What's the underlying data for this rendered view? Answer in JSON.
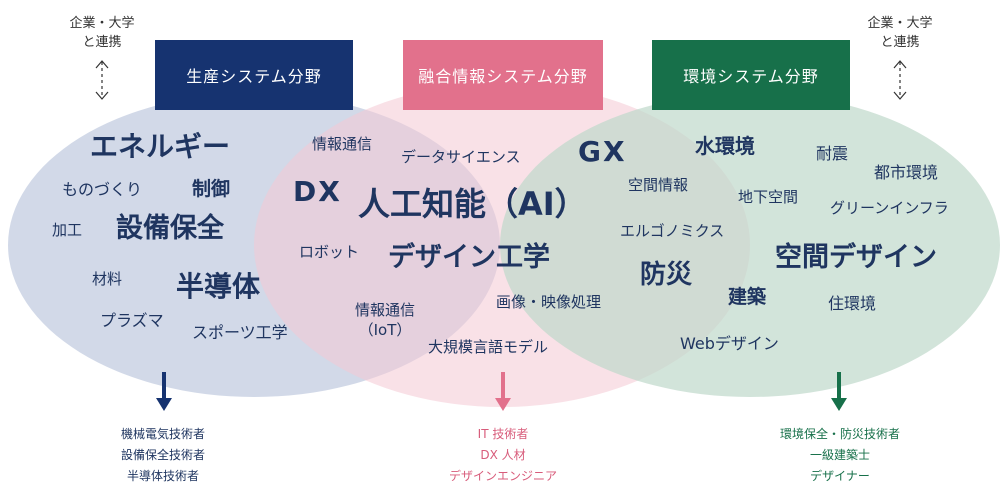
{
  "fields": {
    "production": {
      "title": "生産システム分野",
      "color": "#163370"
    },
    "info": {
      "title": "融合情報システム分野",
      "color": "#e2718c"
    },
    "environment": {
      "title": "環境システム分野",
      "color": "#17704a"
    }
  },
  "partnership": {
    "line1": "企業・大学",
    "line2": "と連携"
  },
  "keywords": {
    "energy": "エネルギー",
    "monozukuri": "ものづくり",
    "control": "制御",
    "kako": "加工",
    "maintenance": "設備保全",
    "materials": "材料",
    "semiconductor": "半導体",
    "plasma": "プラズマ",
    "sports": "スポーツ工学",
    "comm": "情報通信",
    "dx": "DX",
    "robot": "ロボット",
    "iot_line1": "情報通信",
    "iot_line2": "（IoT）",
    "datascience": "データサイエンス",
    "ai": "人工知能（AI）",
    "design_eng": "デザイン工学",
    "image": "画像・映像処理",
    "llm": "大規模言語モデル",
    "gx": "GX",
    "spatial_info": "空間情報",
    "ergonomics": "エルゴノミクス",
    "disaster": "防災",
    "web": "Webデザイン",
    "water": "水環境",
    "underground": "地下空間",
    "quake": "耐震",
    "urban": "都市環境",
    "green": "グリーンインフラ",
    "space_design": "空間デザイン",
    "architecture": "建築",
    "housing": "住環境"
  },
  "outcomes": {
    "production": [
      "機械電気技術者",
      "設備保全技術者",
      "半導体技術者"
    ],
    "info": [
      "IT 技術者",
      "DX 人材",
      "デザインエンジニア"
    ],
    "environment": [
      "環境保全・防災技術者",
      "一級建築士",
      "デザイナー"
    ]
  }
}
